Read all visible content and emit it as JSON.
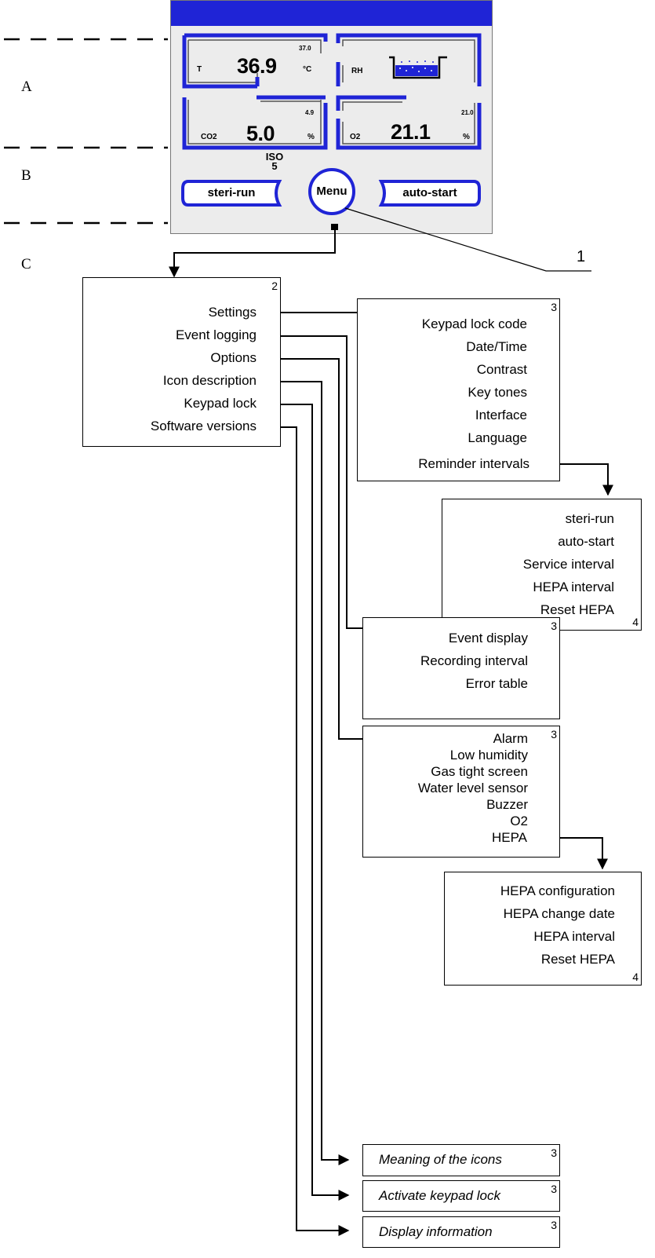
{
  "zones": {
    "a": "A",
    "b": "B",
    "c": "C"
  },
  "callout": "1",
  "display": {
    "temperature": {
      "label": "T",
      "value": "36.9",
      "unit": "°C",
      "setpoint": "37.0"
    },
    "humidity": {
      "label": "RH"
    },
    "co2": {
      "label": "CO2",
      "value": "5.0",
      "unit": "%",
      "setpoint": "4.9"
    },
    "o2": {
      "label": "O2",
      "value": "21.1",
      "unit": "%",
      "setpoint": "21.0"
    },
    "iso_label": "ISO",
    "iso_value": "5",
    "steri_run": "steri-run",
    "menu": "Menu",
    "auto_start": "auto-start"
  },
  "menu": {
    "level": "2",
    "items": [
      "Settings",
      "Event logging",
      "Options",
      "Icon description",
      "Keypad lock",
      "Software versions"
    ]
  },
  "settings": {
    "level": "3",
    "items": [
      "Keypad lock code",
      "Date/Time",
      "Contrast",
      "Key tones",
      "Interface",
      "Language",
      "Reminder intervals"
    ]
  },
  "reminder_intervals": {
    "level": "4",
    "items": [
      "steri-run",
      "auto-start",
      "Service interval",
      "HEPA interval",
      "Reset HEPA"
    ]
  },
  "event_logging": {
    "level": "3",
    "items": [
      "Event display",
      "Recording interval",
      "Error table"
    ]
  },
  "options": {
    "level": "3",
    "items": [
      "Alarm",
      "Low humidity",
      "Gas tight screen",
      "Water level sensor",
      "Buzzer",
      "O2",
      "HEPA"
    ]
  },
  "hepa": {
    "level": "4",
    "items": [
      "HEPA configuration",
      "HEPA change date",
      "HEPA interval",
      "Reset HEPA"
    ]
  },
  "icon_description": {
    "level": "3",
    "text": "Meaning of the icons"
  },
  "keypad_lock": {
    "level": "3",
    "text": "Activate keypad lock"
  },
  "software_versions": {
    "level": "3",
    "text": "Display information"
  },
  "colors": {
    "screen_blue": "#1f24d6",
    "screen_bg": "#ececec",
    "line": "#000000"
  }
}
